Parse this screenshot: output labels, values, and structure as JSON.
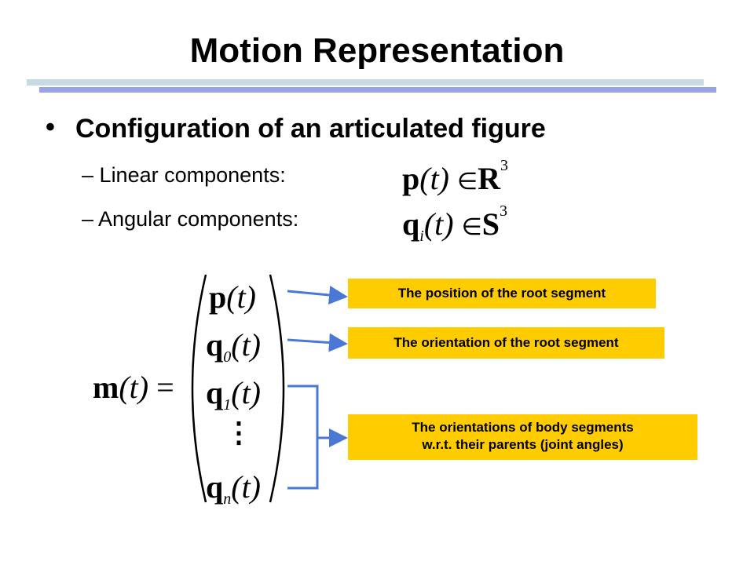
{
  "slide": {
    "title": "Motion Representation",
    "bullet_symbol": "•",
    "bullet_text": "Configuration of an articulated figure",
    "sub_items": [
      {
        "dash": "–",
        "label": "Linear components:"
      },
      {
        "dash": "–",
        "label": "Angular components:"
      }
    ],
    "formulas": {
      "linear": {
        "var": "p",
        "arg": "(t)",
        "in": "∈",
        "set": "R",
        "power": "3"
      },
      "angular": {
        "var": "q",
        "sub": "i",
        "arg": "(t)",
        "in": "∈",
        "set": "S",
        "power": "3"
      }
    },
    "vector": {
      "lhs_var": "m",
      "lhs_arg": "(t)",
      "equals": "=",
      "entries": [
        {
          "var": "p",
          "sub": "",
          "arg": "(t)"
        },
        {
          "var": "q",
          "sub": "0",
          "arg": "(t)"
        },
        {
          "var": "q",
          "sub": "1",
          "arg": "(t)"
        },
        {
          "var": "⋮",
          "sub": "",
          "arg": ""
        },
        {
          "var": "q",
          "sub": "n",
          "arg": "(t)"
        }
      ]
    },
    "labels": [
      "The position of the root segment",
      "The orientation of the root segment",
      "The orientations of body segments",
      "w.r.t. their parents (joint angles)"
    ],
    "colors": {
      "label_fill": "#ffcc00",
      "arrow": "#4a78d6",
      "rule_light": "#c6dbe3",
      "rule_dark": "#9aa2e8"
    }
  }
}
